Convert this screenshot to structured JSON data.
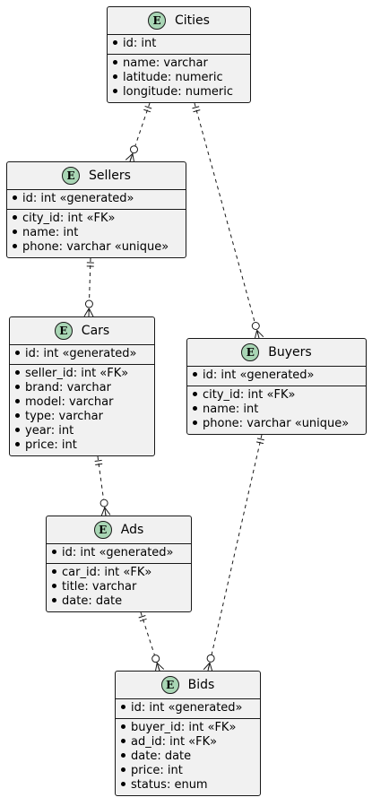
{
  "entities": [
    {
      "id": "cities",
      "name": "Cities",
      "pk": [
        "id: int"
      ],
      "attrs": [
        "name: varchar",
        "latitude: numeric",
        "longitude: numeric"
      ]
    },
    {
      "id": "sellers",
      "name": "Sellers",
      "pk": [
        "id: int «generated»"
      ],
      "attrs": [
        "city_id: int «FK»",
        "name: int",
        "phone: varchar «unique»"
      ]
    },
    {
      "id": "cars",
      "name": "Cars",
      "pk": [
        "id: int «generated»"
      ],
      "attrs": [
        "seller_id: int «FK»",
        "brand: varchar",
        "model: varchar",
        "type: varchar",
        "year: int",
        "price: int"
      ]
    },
    {
      "id": "buyers",
      "name": "Buyers",
      "pk": [
        "id: int «generated»"
      ],
      "attrs": [
        "city_id: int «FK»",
        "name: int",
        "phone: varchar «unique»"
      ]
    },
    {
      "id": "ads",
      "name": "Ads",
      "pk": [
        "id: int «generated»"
      ],
      "attrs": [
        "car_id: int «FK»",
        "title: varchar",
        "date: date"
      ]
    },
    {
      "id": "bids",
      "name": "Bids",
      "pk": [
        "id: int «generated»"
      ],
      "attrs": [
        "buyer_id: int «FK»",
        "ad_id: int «FK»",
        "date: date",
        "price: int",
        "status: enum"
      ]
    }
  ],
  "relationships": [
    {
      "from": "cities",
      "to": "sellers",
      "from_card": "exactly-one",
      "to_card": "zero-or-many"
    },
    {
      "from": "cities",
      "to": "buyers",
      "from_card": "exactly-one",
      "to_card": "zero-or-many"
    },
    {
      "from": "sellers",
      "to": "cars",
      "from_card": "exactly-one",
      "to_card": "zero-or-many"
    },
    {
      "from": "cars",
      "to": "ads",
      "from_card": "exactly-one",
      "to_card": "zero-or-many"
    },
    {
      "from": "ads",
      "to": "bids",
      "from_card": "exactly-one",
      "to_card": "zero-or-many"
    },
    {
      "from": "buyers",
      "to": "bids",
      "from_card": "exactly-one",
      "to_card": "zero-or-many"
    }
  ],
  "colors": {
    "entity_fill": "#f1f1f1",
    "badge_fill": "#a9d6b5",
    "border": "#181818"
  },
  "entity_icon": "E"
}
